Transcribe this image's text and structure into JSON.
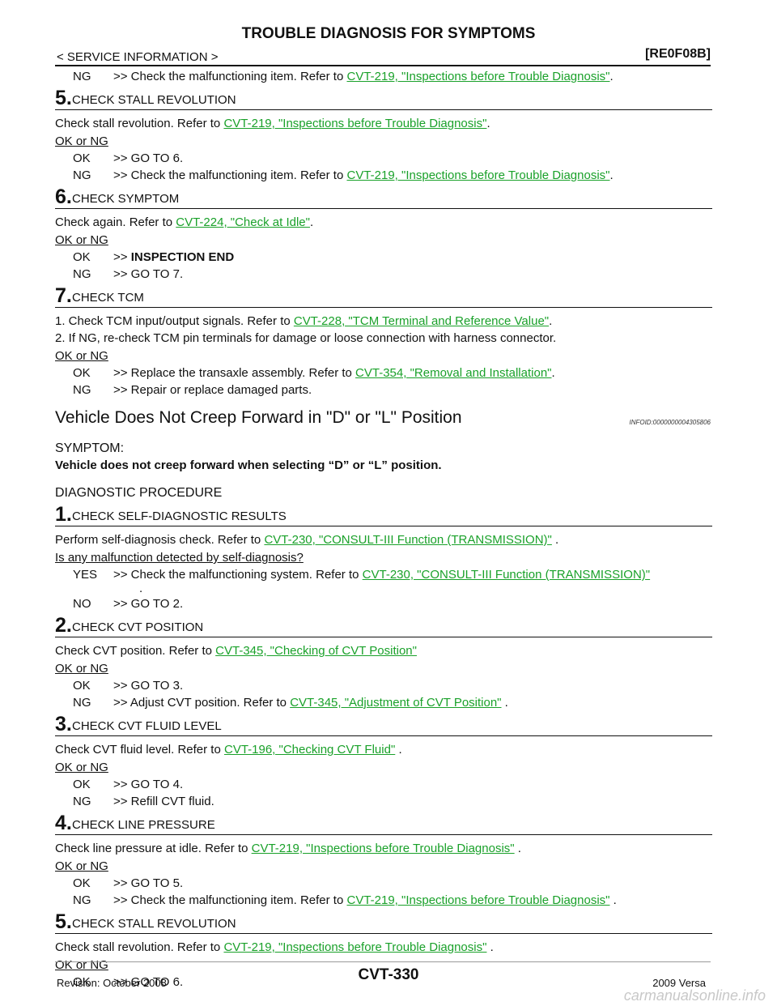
{
  "header": {
    "title": "TROUBLE DIAGNOSIS FOR SYMPTOMS",
    "section": "< SERVICE INFORMATION >",
    "code": "[RE0F08B]"
  },
  "pre": {
    "ng_line": {
      "label": "NG",
      "text": ">> Check the malfunctioning item. Refer to ",
      "link": "CVT-219, \"Inspections before Trouble Diagnosis\"",
      "tail": "."
    }
  },
  "steps_a": [
    {
      "num": "5.",
      "title": "CHECK STALL REVOLUTION",
      "instr": "Check stall revolution. Refer to ",
      "link": "CVT-219, \"Inspections before Trouble Diagnosis\"",
      "tail": ".",
      "q": "OK or NG",
      "ok": {
        "label": "OK",
        "text": ">> GO TO 6."
      },
      "ng": {
        "label": "NG",
        "text": ">> Check the malfunctioning item. Refer to ",
        "link": "CVT-219, \"Inspections before Trouble Diagnosis\"",
        "tail": "."
      }
    },
    {
      "num": "6.",
      "title": "CHECK SYMPTOM",
      "instr": "Check again. Refer to ",
      "link": "CVT-224, \"Check at Idle\"",
      "tail": ".",
      "q": "OK or NG",
      "ok": {
        "label": "OK",
        "text": ">> ",
        "bold": "INSPECTION END"
      },
      "ng": {
        "label": "NG",
        "text": ">> GO TO 7."
      }
    },
    {
      "num": "7.",
      "title": "CHECK TCM",
      "line1": "1.   Check TCM input/output signals. Refer to ",
      "link": "CVT-228, \"TCM Terminal and Reference Value\"",
      "tail": ".",
      "line2": "2.   If NG, re-check TCM pin terminals for damage or loose connection with harness connector.",
      "q": "OK or NG",
      "ok": {
        "label": "OK",
        "text": ">> Replace the transaxle assembly. Refer to ",
        "link": "CVT-354, \"Removal and Installation\"",
        "tail": "."
      },
      "ng": {
        "label": "NG",
        "text": ">> Repair or replace damaged parts."
      }
    }
  ],
  "section": {
    "title": "Vehicle Does Not Creep Forward in \"D\" or \"L\" Position",
    "infoid": "INFOID:0000000004305806",
    "symptom_label": "SYMPTOM:",
    "symptom_text": "Vehicle does not creep forward when selecting “D” or “L” position.",
    "diag_label": "DIAGNOSTIC PROCEDURE"
  },
  "steps_b": [
    {
      "num": "1.",
      "title": "CHECK SELF-DIAGNOSTIC RESULTS",
      "instr": "Perform self-diagnosis check. Refer to ",
      "link": "CVT-230, \"CONSULT-III Function (TRANSMISSION)\"",
      "tail": " .",
      "q": "Is any malfunction detected by self-diagnosis?",
      "yes": {
        "label": "YES",
        "text": ">> Check the malfunctioning system. Refer to ",
        "link": "CVT-230, \"CONSULT-III Function (TRANSMISSION)\"",
        "cont": "."
      },
      "no": {
        "label": "NO",
        "text": ">> GO TO 2."
      }
    },
    {
      "num": "2.",
      "title": "CHECK CVT POSITION",
      "instr": "Check CVT position. Refer to ",
      "link": "CVT-345, \"Checking of CVT Position\"",
      "tail": "",
      "q": "OK or NG",
      "ok": {
        "label": "OK",
        "text": ">> GO TO 3."
      },
      "ng": {
        "label": "NG",
        "text": ">> Adjust CVT position. Refer to ",
        "link": "CVT-345, \"Adjustment of CVT Position\"",
        "tail": " ."
      }
    },
    {
      "num": "3.",
      "title": "CHECK CVT FLUID LEVEL",
      "instr": "Check CVT fluid level. Refer to ",
      "link": "CVT-196, \"Checking CVT Fluid\"",
      "tail": " .",
      "q": "OK or NG",
      "ok": {
        "label": "OK",
        "text": ">> GO TO 4."
      },
      "ng": {
        "label": "NG",
        "text": ">> Refill CVT fluid."
      }
    },
    {
      "num": "4.",
      "title": "CHECK LINE PRESSURE",
      "instr": "Check line pressure at idle. Refer to ",
      "link": "CVT-219, \"Inspections before Trouble Diagnosis\"",
      "tail": " .",
      "q": "OK or NG",
      "ok": {
        "label": "OK",
        "text": ">> GO TO 5."
      },
      "ng": {
        "label": "NG",
        "text": ">> Check the malfunctioning item. Refer to ",
        "link": "CVT-219, \"Inspections before Trouble Diagnosis\"",
        "tail": " ."
      }
    },
    {
      "num": "5.",
      "title": "CHECK STALL REVOLUTION",
      "instr": "Check stall revolution. Refer to ",
      "link": "CVT-219, \"Inspections before Trouble Diagnosis\"",
      "tail": " .",
      "q": "OK or NG",
      "ok": {
        "label": "OK",
        "text": ">> GO TO 6."
      }
    }
  ],
  "footer": {
    "revision": "Revision: October 2008",
    "page": "CVT-330",
    "model": "2009 Versa",
    "watermark": "carmanualsonline.info"
  }
}
